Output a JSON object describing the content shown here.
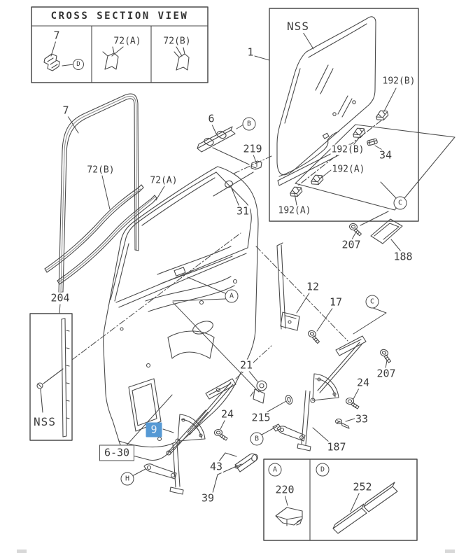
{
  "diagram": {
    "description": "Door glass and window regulator exploded parts diagram",
    "highlight_color": "#5699d4",
    "line_color": "#4a4a4a"
  },
  "cross_section": {
    "title": "CROSS SECTION VIEW",
    "cells": [
      {
        "part": "7",
        "view_marker": "D"
      },
      {
        "part": "72(A)"
      },
      {
        "part": "72(B)"
      }
    ]
  },
  "glass_assembly": {
    "ref": "1",
    "glass_label": "NSS"
  },
  "callouts": {
    "g192b_top": "192(B)",
    "g192b_mid": "192(B)",
    "pad34": "34",
    "g192a_upper": "192(A)",
    "g192a_lower": "192(A)",
    "clip219": "219",
    "plug31": "31",
    "bracket6": "6",
    "seal7": "7",
    "strip72b": "72(B)",
    "strip72a": "72(A)",
    "sash204": "204",
    "nss_sash": "NSS",
    "bolt207_glass": "207",
    "plate188": "188",
    "rail12": "12",
    "bolt17": "17",
    "bolt207_right": "207",
    "bolt24_right": "24",
    "screw33": "33",
    "reg187": "187",
    "motor21": "21",
    "grommet215": "215",
    "bolt24_center": "24",
    "spindle43": "43",
    "handle39": "39"
  },
  "selected_part": {
    "number": "9"
  },
  "ref_box": {
    "label": "6-30"
  },
  "view_markers": {
    "top_b": "B",
    "glass_c": "C",
    "door_a": "A",
    "right_c": "C",
    "lower_b": "B",
    "lower_h": "H"
  },
  "legend": {
    "cells": [
      {
        "view_marker": "A",
        "part": "220"
      },
      {
        "view_marker": "D",
        "part": "252"
      }
    ]
  }
}
